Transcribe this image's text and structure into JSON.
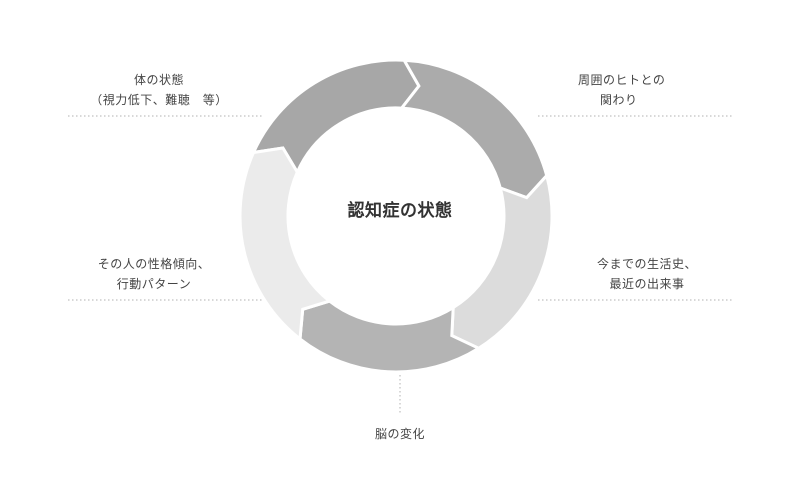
{
  "diagram": {
    "center": "認知症の状態",
    "factors": {
      "top_left": [
        "体の状態",
        "（視力低下、難聴　等）"
      ],
      "top_right": [
        "周囲のヒトとの",
        "関わり"
      ],
      "middle_left": [
        "その人の性格傾向、",
        "行動パターン"
      ],
      "middle_right": [
        "今までの生活史、",
        "最近の出来事"
      ],
      "bottom": [
        "脳の変化"
      ]
    },
    "colors": {
      "segment_top_left": "#a7a7a7",
      "segment_top_right": "#ababab",
      "segment_right": "#dcdcdc",
      "segment_bottom": "#b4b4b4",
      "segment_left": "#ebebeb",
      "leader": "#b0b0b0"
    }
  }
}
